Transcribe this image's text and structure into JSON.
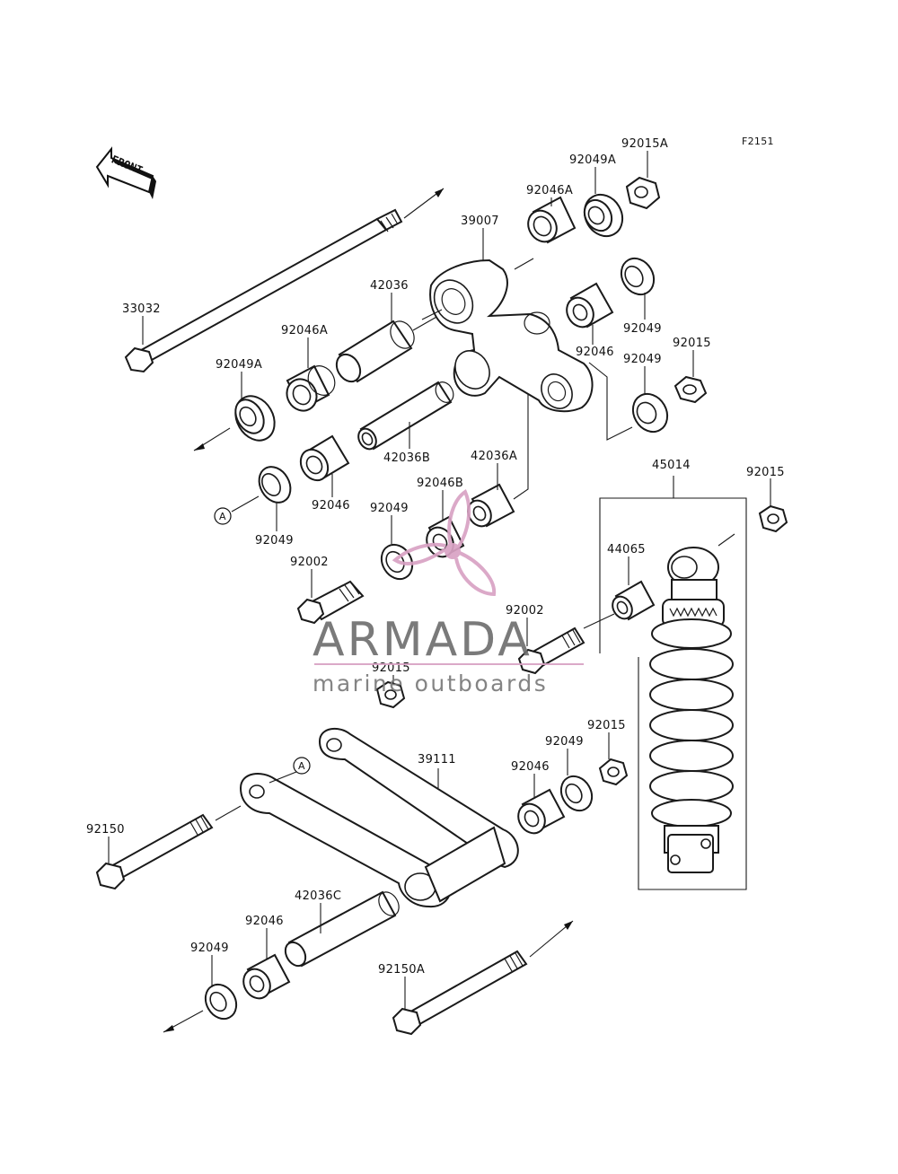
{
  "figure_code": "F2151",
  "front_label": "FRONT",
  "callout_ref": "A",
  "labels": {
    "l33032": "33032",
    "l92049A_left": "92049A",
    "l92046A_left": "92046A",
    "l42036": "42036",
    "l42036B": "42036B",
    "l92046_left": "92046",
    "l92049_left": "92049",
    "l92002_left": "92002",
    "l92049_mid": "92049",
    "l92046B": "92046B",
    "l42036A": "42036A",
    "l39007": "39007",
    "l92046A_top": "92046A",
    "l92049A_top": "92049A",
    "l92015A": "92015A",
    "l92049_right1": "92049",
    "l92046_right": "92046",
    "l92049_right2": "92049",
    "l92015_right": "92015",
    "l45014": "45014",
    "l92015_shock": "92015",
    "l44065": "44065",
    "l92002_mid": "92002",
    "l92015_mid": "92015",
    "l39111": "39111",
    "l92046_low": "92046",
    "l92049_low": "92049",
    "l92015_low": "92015",
    "l92150": "92150",
    "l42036C": "42036C",
    "l92046_bottom": "92046",
    "l92049_bottom": "92049",
    "l92150A": "92150A"
  },
  "watermark": {
    "brand": "ARMADA",
    "tagline": "marine outboards",
    "accent_color": "#d9a2c4",
    "text_color": "#6f6f6f"
  }
}
